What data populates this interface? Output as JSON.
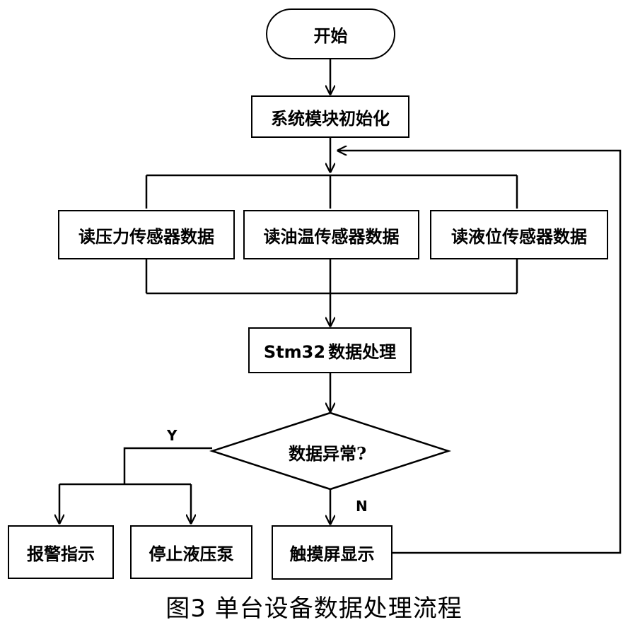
{
  "nodes": {
    "start": "开始",
    "init": "系统模块初始化",
    "read_pressure": "读压力传感器数据",
    "read_oil_temp": "读油温传感器数据",
    "read_level": "读液位传感器数据",
    "process_prefix": "Stm32",
    "process_suffix": "数据处理",
    "decision": "数据异常?",
    "alarm": "报警指示",
    "stop_pump": "停止液压泵",
    "touch_display": "触摸屏显示"
  },
  "branch_labels": {
    "yes": "Y",
    "no": "N"
  },
  "caption": "图3  单台设备数据处理流程"
}
